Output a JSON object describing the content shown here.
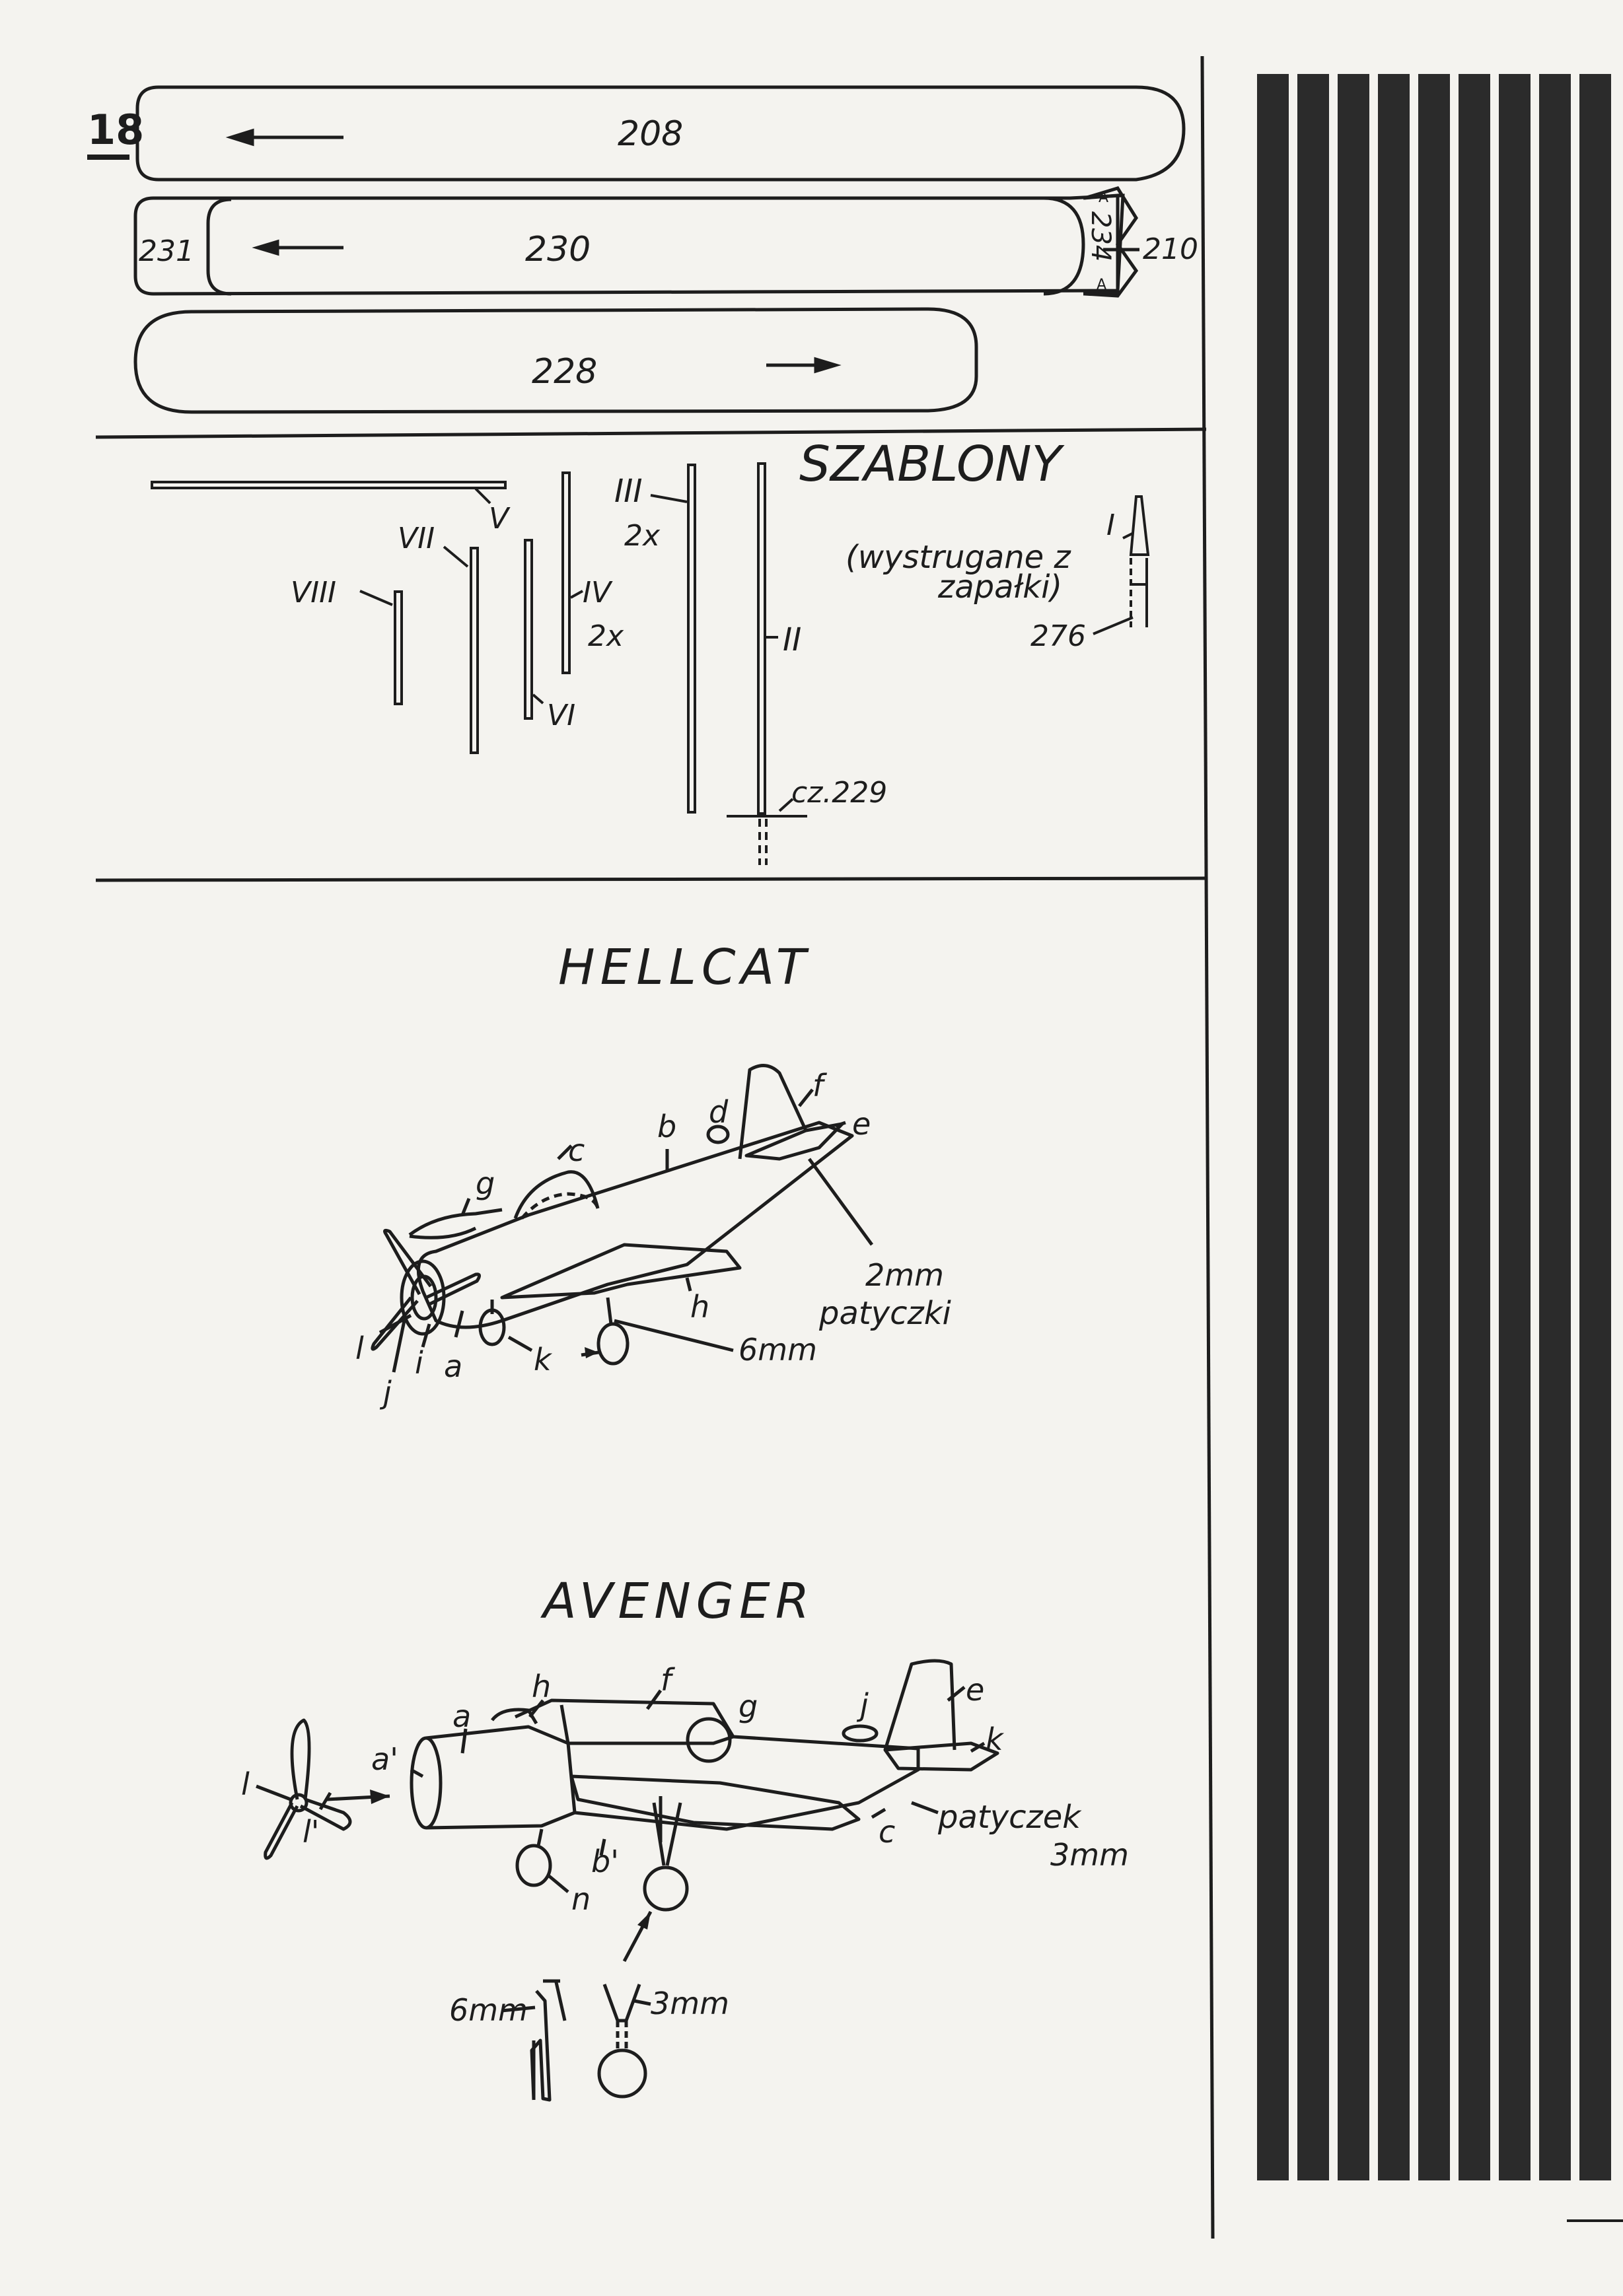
{
  "page_number": "18",
  "strips": {
    "strip_208": "208",
    "strip_231": "231",
    "strip_230": "230",
    "strip_234": "234",
    "strip_210": "210",
    "strip_228": "228",
    "marker_a": "A"
  },
  "templates": {
    "title": "SZABLONY",
    "note_line1": "(wystrugane z",
    "note_line2": "zapałki)",
    "labels": {
      "I": "I",
      "II": "II",
      "III": "III",
      "III_qty": "2x",
      "IV": "IV",
      "IV_qty": "2x",
      "V": "V",
      "VI": "VI",
      "VII": "VII",
      "VIII": "VIII",
      "part_276": "276",
      "part_229": "cz.229"
    }
  },
  "hellcat": {
    "title": "HELLCAT",
    "labels": {
      "a": "a",
      "b": "b",
      "c": "c",
      "d": "d",
      "e": "e",
      "f": "f",
      "g": "g",
      "h": "h",
      "i": "i",
      "j": "j",
      "k": "k",
      "l": "l",
      "dim_2mm": "2mm",
      "sticks": "patyczki",
      "dim_6mm": "6mm"
    }
  },
  "avenger": {
    "title": "AVENGER",
    "labels": {
      "a": "a",
      "a_prime": "a'",
      "b": "b'",
      "c": "c",
      "e": "e",
      "f": "f",
      "g": "g",
      "h": "h",
      "j": "j",
      "k": "k",
      "l": "l",
      "l_prime": "l'",
      "n": "n",
      "stick": "patyczek",
      "dim_3mm_stick": "3mm",
      "dim_6mm": "6mm",
      "dim_3mm": "3mm"
    }
  },
  "colors": {
    "ink": "#1d1d1d",
    "paper": "#f4f3ef",
    "stripe": "#2b2b2b"
  }
}
